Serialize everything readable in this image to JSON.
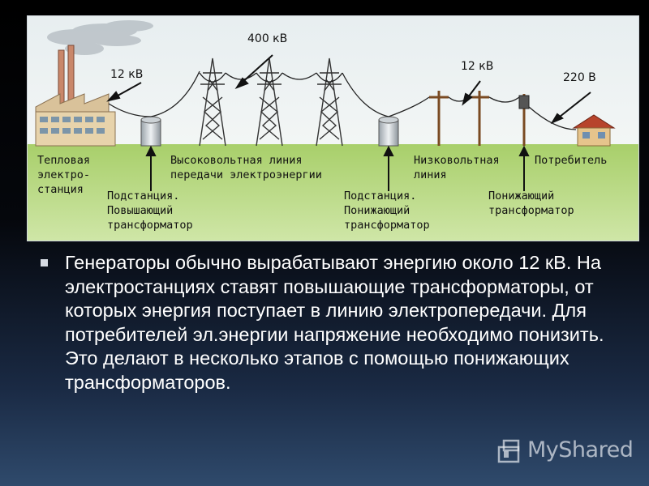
{
  "diagram": {
    "voltages": {
      "high": "400 кВ",
      "generator": "12 кВ",
      "low_line": "12 кВ",
      "consumer": "220 В"
    },
    "labels": {
      "plant": [
        "Тепловая",
        "электро-",
        "станция"
      ],
      "hv_line": [
        "Высоковольтная линия",
        "передачи электроэнергии"
      ],
      "lv_line": [
        "Низковольтная",
        "линия"
      ],
      "consumer": [
        "Потребитель"
      ],
      "step_up": [
        "Подстанция.",
        "Повышающий",
        "трансформатор"
      ],
      "step_down_sub": [
        "Подстанция.",
        "Понижающий",
        "трансформатор"
      ],
      "step_down": [
        "Понижающий",
        "трансформатор"
      ]
    }
  },
  "bullet": {
    "text": "Генераторы обычно вырабатывают энергию около 12 кВ. На электростанциях ставят повышающие трансформаторы, от которых энергия поступает в линию электропередачи. Для потребителей эл.энергии напряжение необходимо понизить. Это делают в несколько этапов с помощью понижающих трансформаторов."
  },
  "watermark": {
    "text": "MyShared"
  }
}
